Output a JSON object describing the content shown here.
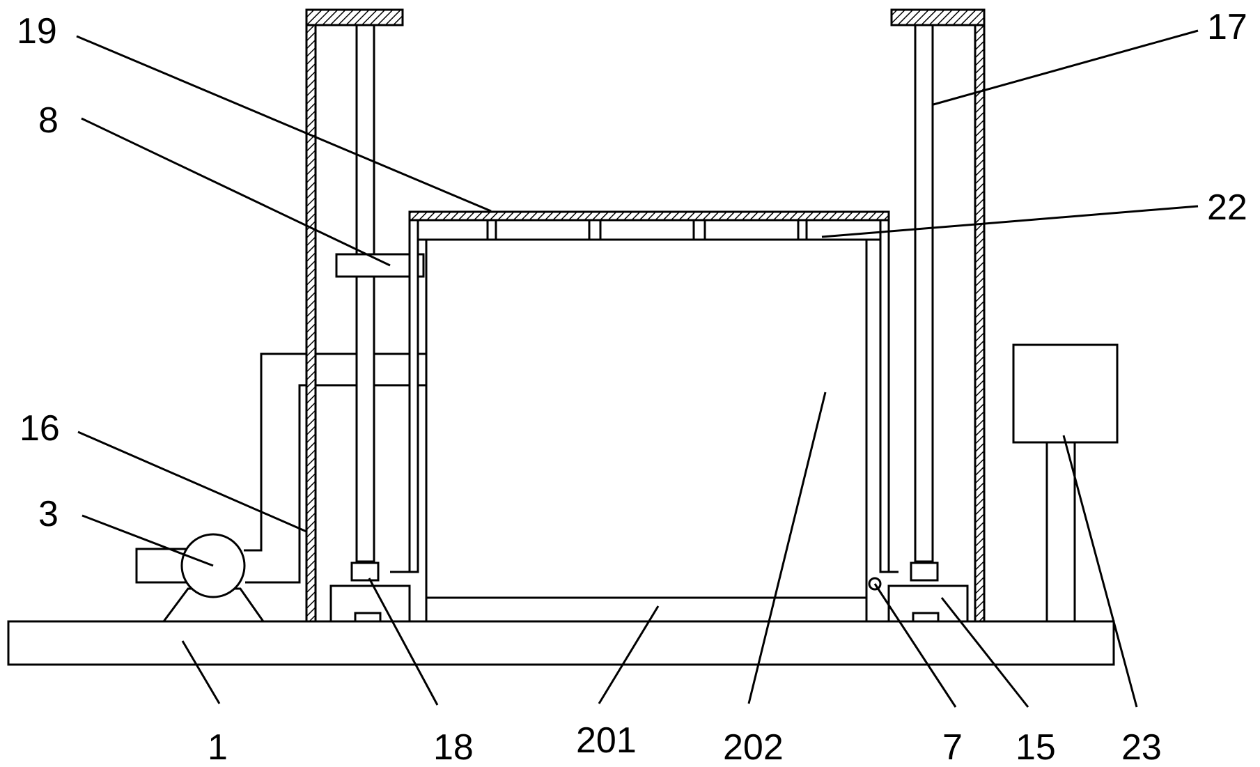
{
  "labels": {
    "l1": "1",
    "l3": "3",
    "l7": "7",
    "l8": "8",
    "l15": "15",
    "l16": "16",
    "l17": "17",
    "l18": "18",
    "l19": "19",
    "l22": "22",
    "l23": "23",
    "l201": "201",
    "l202": "202"
  }
}
